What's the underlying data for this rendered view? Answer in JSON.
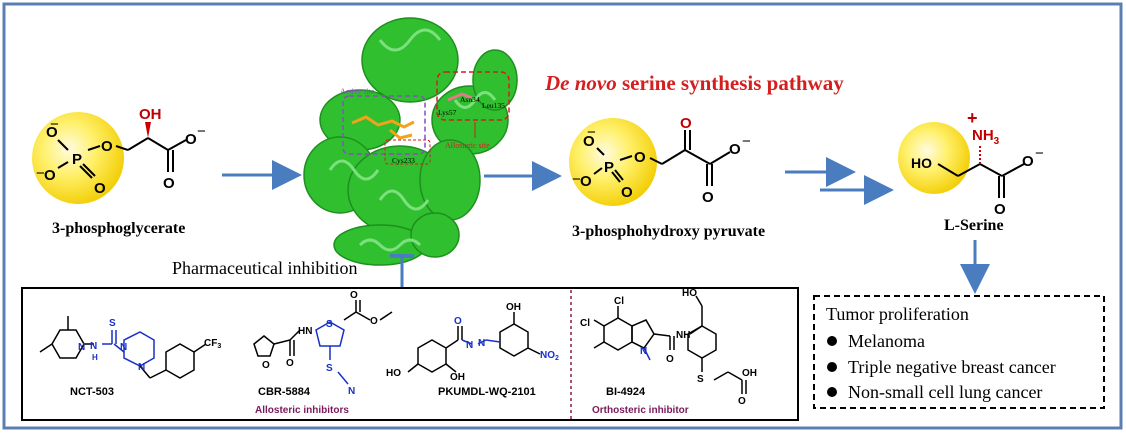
{
  "title": {
    "italic": "De novo",
    "rest": " serine synthesis pathway"
  },
  "compounds": {
    "pg3": "3-phosphoglycerate",
    "php": "3-phosphohydroxy pyruvate",
    "serine": "L-Serine"
  },
  "atoms": {
    "O": "O",
    "OH": "OH",
    "NH3": "NH",
    "NH3_sub": "3",
    "plus": "+",
    "minus": "−",
    "P": "P",
    "N": "N",
    "S": "S",
    "H": "H",
    "HO": "HO",
    "Cl": "Cl",
    "CF3": "CF",
    "CF3_sub": "3",
    "NO2": "NO",
    "NO2_sub": "2",
    "HN": "HN",
    "NH": "NH"
  },
  "enzyme_labels": {
    "active_site": "Active site",
    "allosteric_site": "Allosteric site",
    "asn34": "Asn34",
    "leu135": "Leu135",
    "lys57": "Lys57",
    "cys233": "Cys233"
  },
  "inhibition_label": "Pharmaceutical inhibition",
  "inhibitors": {
    "nct": "NCT-503",
    "cbr": "CBR-5884",
    "pku": "PKUMDL-WQ-2101",
    "bi": "BI-4924",
    "allosteric_group": "Allosteric inhibitors",
    "orthosteric_group": "Orthosteric inhibitor"
  },
  "tumor": {
    "title": "Tumor proliferation",
    "items": [
      "Melanoma",
      "Triple negative breast cancer",
      "Non-small cell lung cancer"
    ]
  },
  "colors": {
    "frame": "#5b7fb3",
    "arrow": "#4a7cc0",
    "title_red": "#d51f1f",
    "sphere": "#ffe033",
    "protein": "#2fbf2f",
    "inhibitor_blue": "#1730c9",
    "group_label": "#7a1a5a"
  }
}
